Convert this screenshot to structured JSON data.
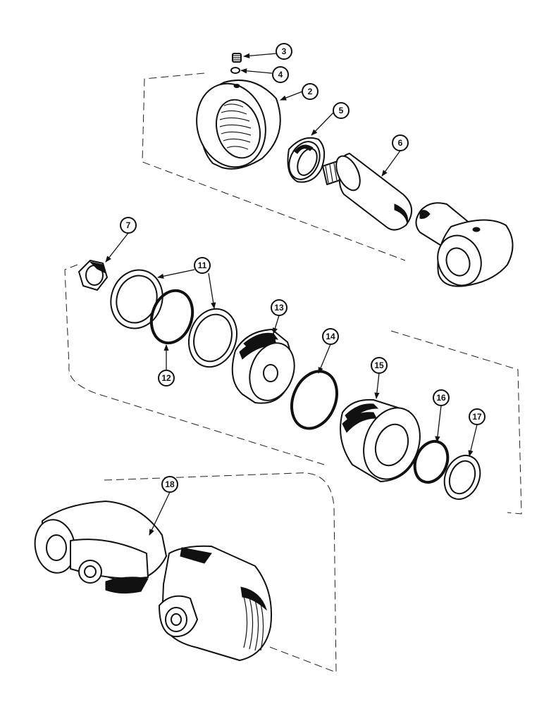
{
  "diagram": {
    "callouts": [
      {
        "id": "c3",
        "label": "3"
      },
      {
        "id": "c4",
        "label": "4"
      },
      {
        "id": "c2",
        "label": "2"
      },
      {
        "id": "c5",
        "label": "5"
      },
      {
        "id": "c6",
        "label": "6"
      },
      {
        "id": "c7",
        "label": "7"
      },
      {
        "id": "c11",
        "label": "11"
      },
      {
        "id": "c12",
        "label": "12"
      },
      {
        "id": "c13",
        "label": "13"
      },
      {
        "id": "c14",
        "label": "14"
      },
      {
        "id": "c15",
        "label": "15"
      },
      {
        "id": "c16",
        "label": "16"
      },
      {
        "id": "c17",
        "label": "17"
      },
      {
        "id": "c18",
        "label": "18"
      }
    ]
  }
}
